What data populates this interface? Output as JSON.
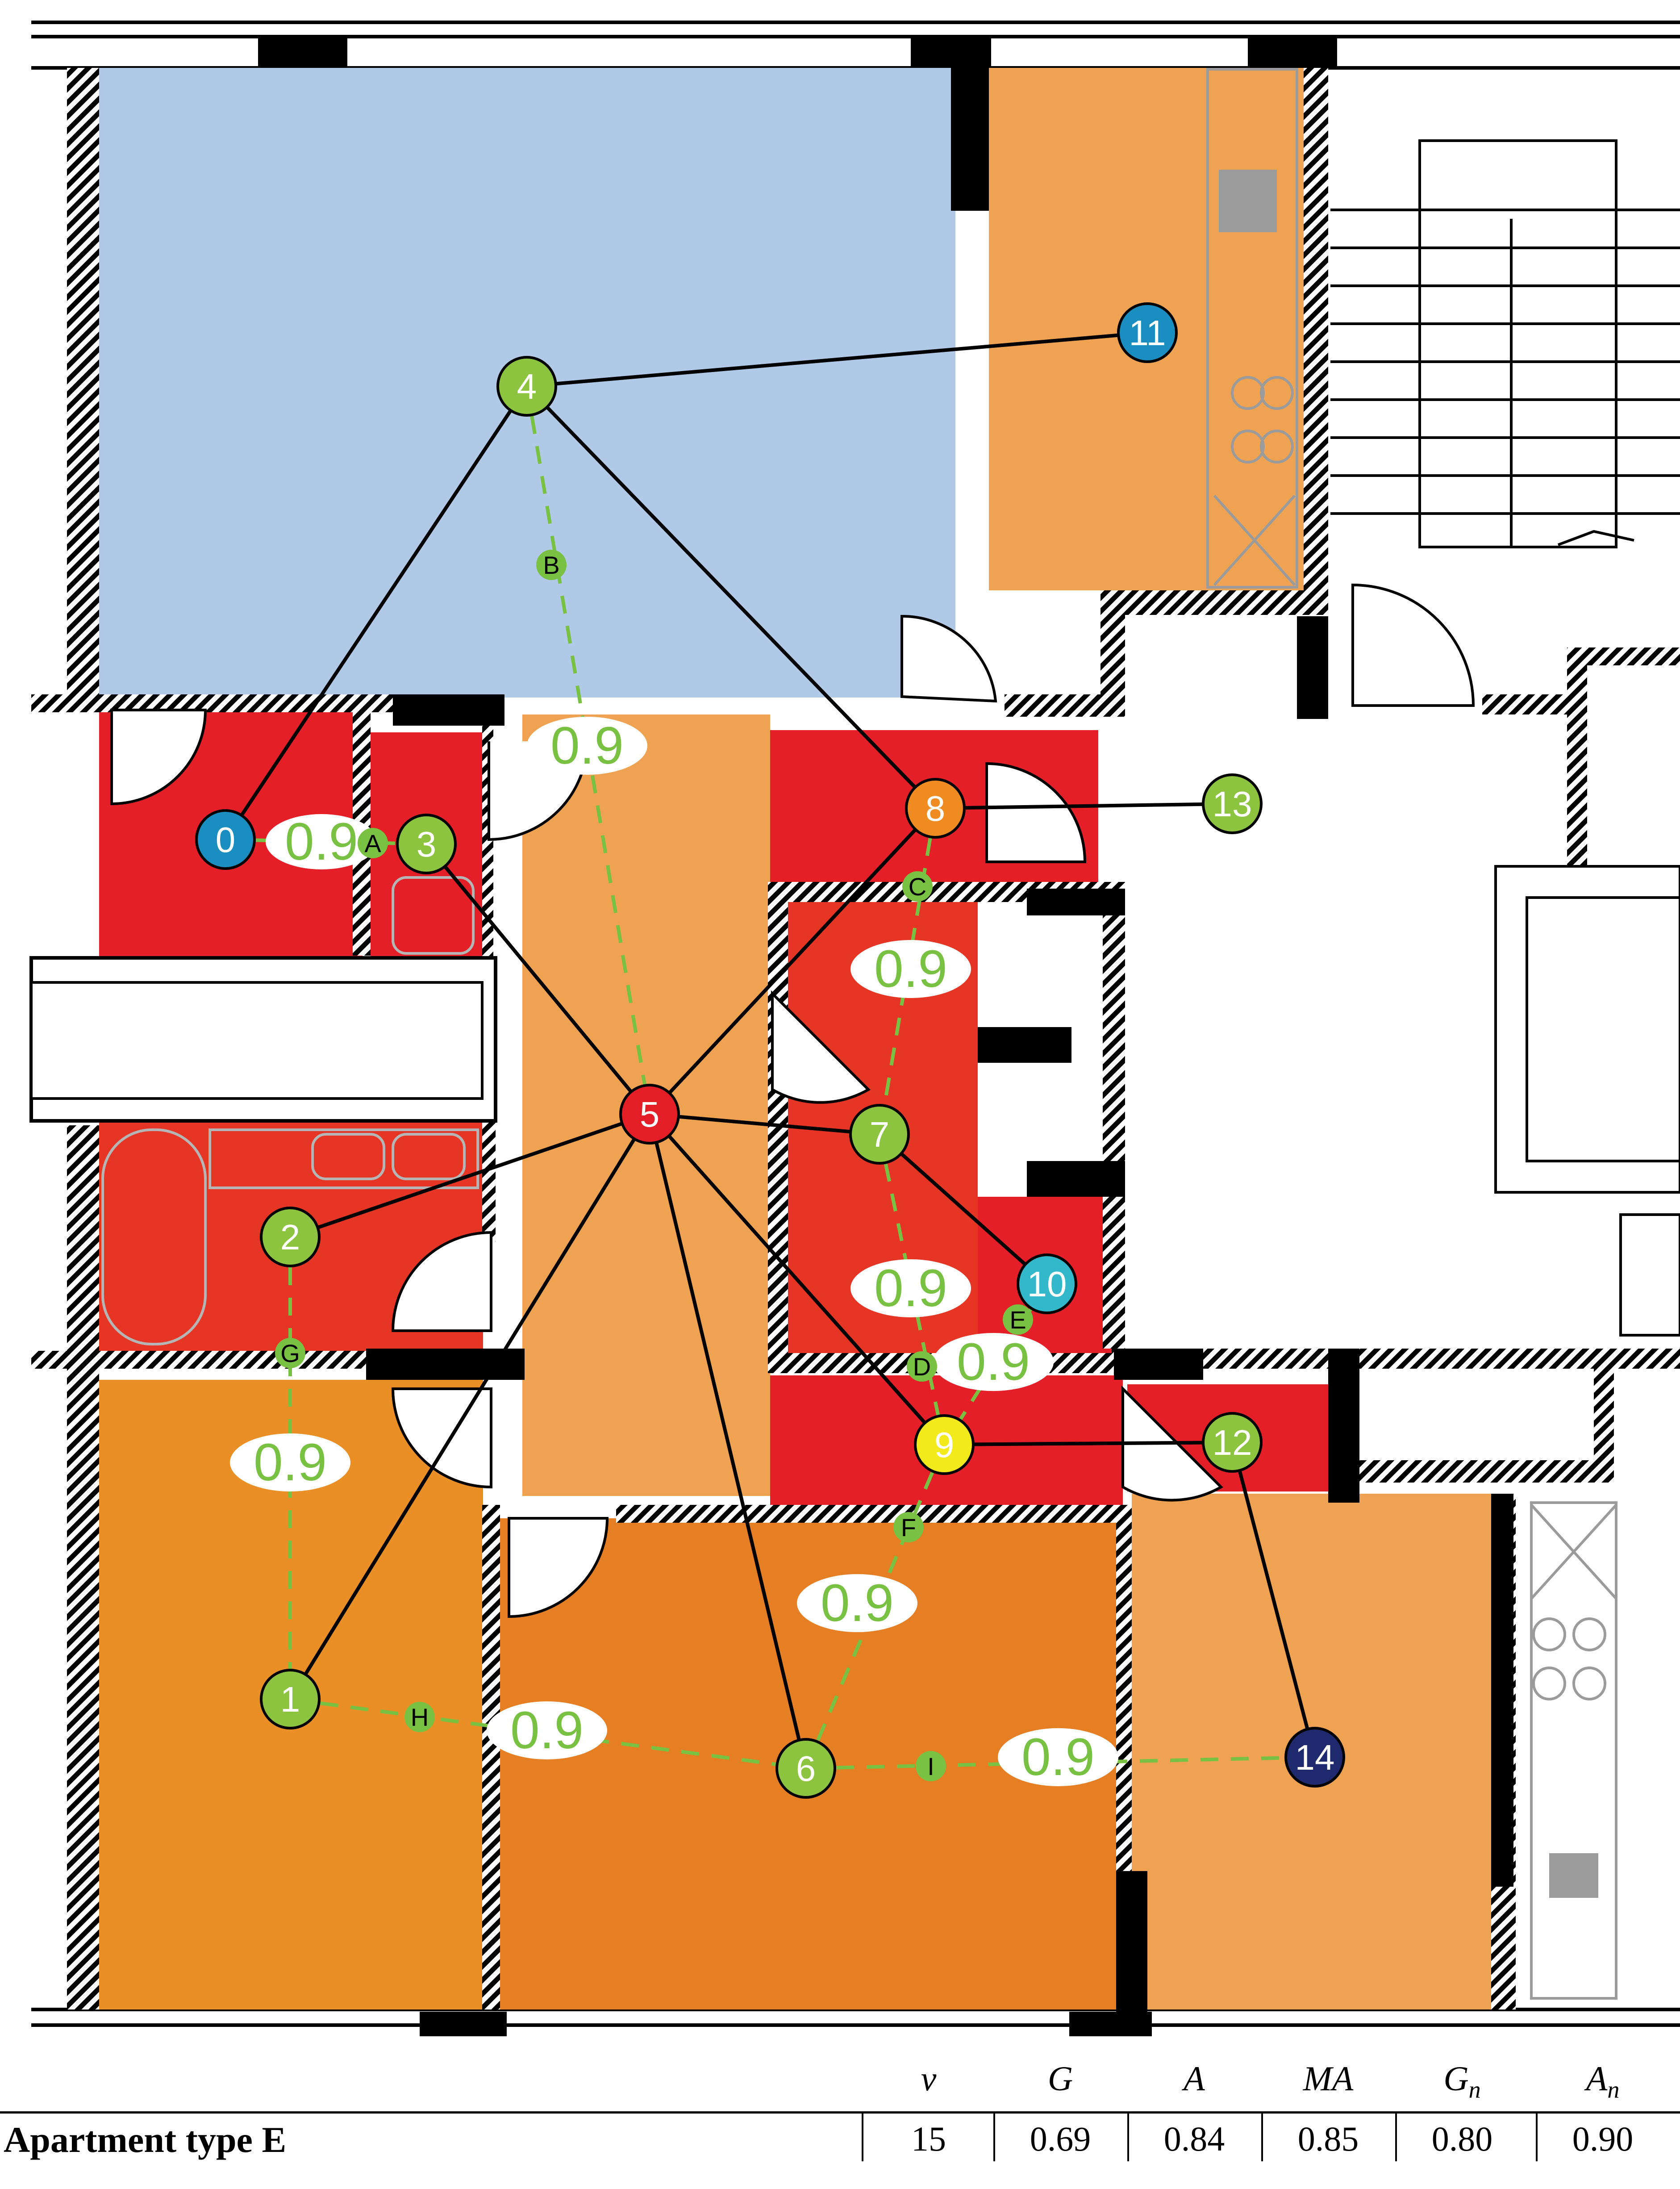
{
  "colors": {
    "blue_room": "#afc9e7",
    "light_orange": "#efa352",
    "red": "#e41f27",
    "red_orange": "#e63524",
    "orange": "#ea8f25",
    "dark_orange": "#e67f24",
    "green_node": "#8cc43f",
    "node_blue": "#1a8ec0",
    "node_red": "#e41e26",
    "node_orange": "#ef8b21",
    "node_yellow": "#f2ea1a",
    "node_teal": "#32b8ca",
    "node_navy": "#1f2a6e",
    "edge_green": "#79c143",
    "wall": "#000000"
  },
  "graph": {
    "nodes": [
      {
        "id": "0",
        "color": "node_blue",
        "icon": "circle-node"
      },
      {
        "id": "1",
        "color": "green_node",
        "icon": "circle-node"
      },
      {
        "id": "2",
        "color": "green_node",
        "icon": "circle-node"
      },
      {
        "id": "3",
        "color": "green_node",
        "icon": "circle-node"
      },
      {
        "id": "4",
        "color": "green_node",
        "icon": "circle-node"
      },
      {
        "id": "5",
        "color": "node_red",
        "icon": "circle-node"
      },
      {
        "id": "6",
        "color": "green_node",
        "icon": "circle-node"
      },
      {
        "id": "7",
        "color": "green_node",
        "icon": "circle-node"
      },
      {
        "id": "8",
        "color": "node_orange",
        "icon": "circle-node"
      },
      {
        "id": "9",
        "color": "node_yellow",
        "icon": "circle-node"
      },
      {
        "id": "10",
        "color": "node_teal",
        "icon": "circle-node"
      },
      {
        "id": "11",
        "color": "node_blue",
        "icon": "circle-node"
      },
      {
        "id": "12",
        "color": "green_node",
        "icon": "circle-node"
      },
      {
        "id": "13",
        "color": "green_node",
        "icon": "circle-node"
      },
      {
        "id": "14",
        "color": "node_navy",
        "icon": "circle-node"
      }
    ],
    "solid_edges": [
      [
        "4",
        "11"
      ],
      [
        "4",
        "0"
      ],
      [
        "4",
        "8"
      ],
      [
        "8",
        "13"
      ],
      [
        "8",
        "5"
      ],
      [
        "3",
        "5"
      ],
      [
        "5",
        "2"
      ],
      [
        "5",
        "7"
      ],
      [
        "5",
        "1"
      ],
      [
        "5",
        "6"
      ],
      [
        "5",
        "9"
      ],
      [
        "7",
        "10"
      ],
      [
        "9",
        "12"
      ],
      [
        "12",
        "14"
      ]
    ],
    "dashed_edges": [
      {
        "from": "0",
        "to": "3",
        "label": "A",
        "weight": "0.9"
      },
      {
        "from": "4",
        "to": "5",
        "label": "B",
        "weight": "0.9"
      },
      {
        "from": "8",
        "to": "7",
        "label": "C",
        "weight": "0.9"
      },
      {
        "from": "7",
        "to": "9",
        "label": "D",
        "weight": "0.9"
      },
      {
        "from": "10",
        "to": "9",
        "label": "E",
        "weight": "0.9"
      },
      {
        "from": "9",
        "to": "6",
        "label": "F",
        "weight": "0.9"
      },
      {
        "from": "2",
        "to": "1",
        "label": "G",
        "weight": "0.9"
      },
      {
        "from": "1",
        "to": "6",
        "label": "H",
        "weight": "0.9"
      },
      {
        "from": "6",
        "to": "14",
        "label": "I",
        "weight": "0.9"
      }
    ]
  },
  "table": {
    "headers": [
      "v",
      "G",
      "A",
      "MA",
      "G",
      "A"
    ],
    "header_subscripts": [
      "",
      "",
      "",
      "",
      "n",
      "n"
    ],
    "row_label": "Apartment type E",
    "values": [
      "15",
      "0.69",
      "0.84",
      "0.85",
      "0.80",
      "0.90"
    ]
  }
}
